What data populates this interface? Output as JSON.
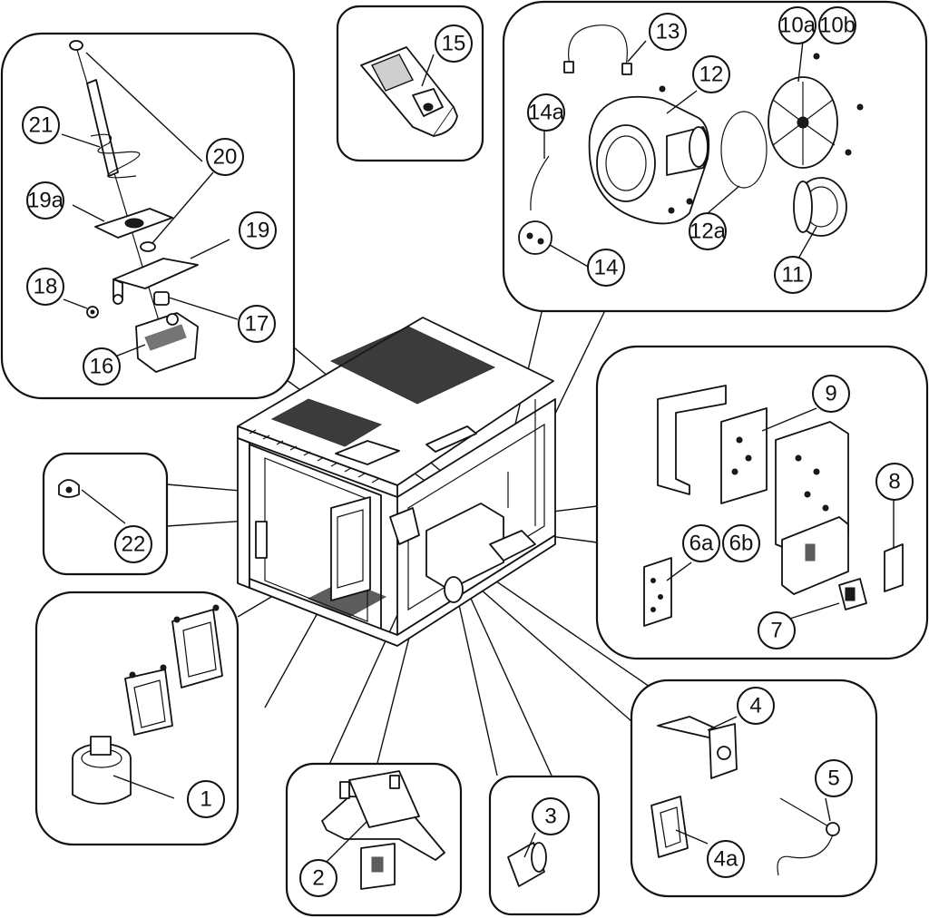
{
  "callouts": {
    "c1": "1",
    "c2": "2",
    "c3": "3",
    "c4": "4",
    "c4a": "4a",
    "c5": "5",
    "c6a": "6a",
    "c6b": "6b",
    "c7": "7",
    "c8": "8",
    "c9": "9",
    "c10a": "10a",
    "c10b": "10b",
    "c11": "11",
    "c12": "12",
    "c12a": "12a",
    "c13": "13",
    "c14": "14",
    "c14a": "14a",
    "c15": "15",
    "c16": "16",
    "c17": "17",
    "c18": "18",
    "c19": "19",
    "c19a": "19a",
    "c20": "20",
    "c21": "21",
    "c22": "22"
  },
  "colors": {
    "line": "#111111",
    "background": "#ffffff"
  }
}
